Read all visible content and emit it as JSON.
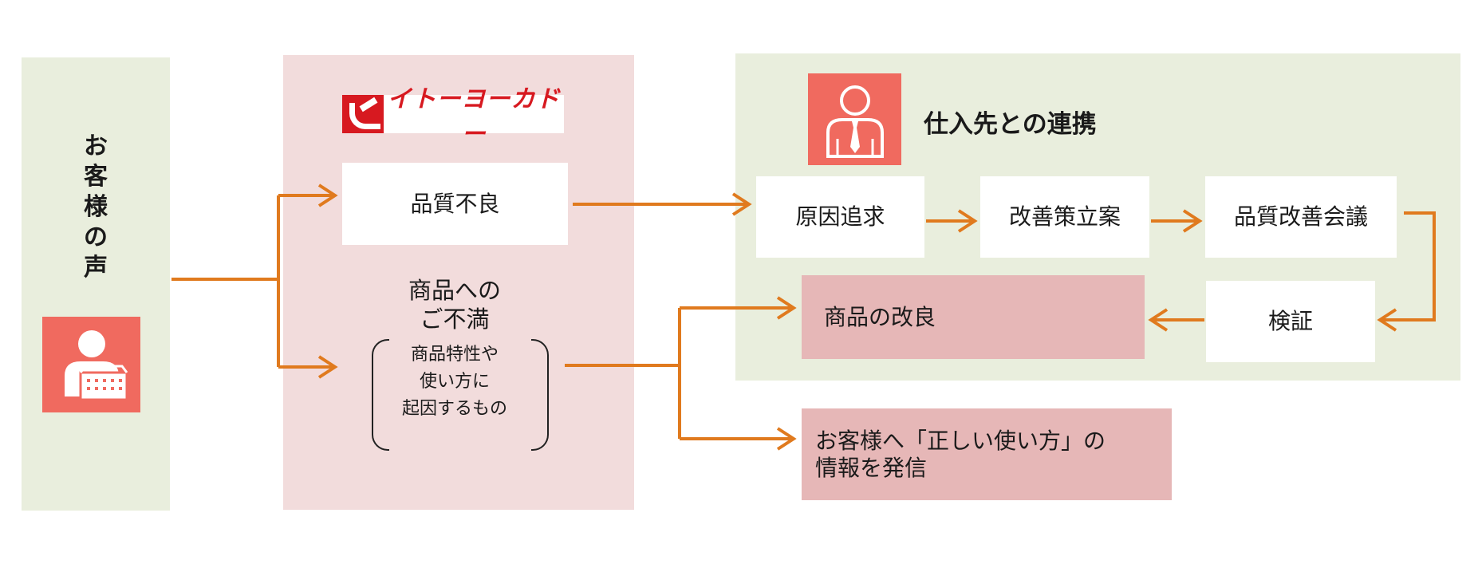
{
  "customer_panel": {
    "title_chars": [
      "お",
      "客",
      "様",
      "の",
      "声"
    ],
    "icon": "shopper-with-basket-icon"
  },
  "store_panel": {
    "logo_text": "イトーヨーカドー",
    "logo_icon": "itoyokado-dove-logo",
    "quality_defect": "品質不良",
    "dissatisfaction_title": "商品への\nご不満",
    "dissatisfaction_note": "商品特性や\n使い方に\n起因するもの"
  },
  "supplier_panel": {
    "icon": "businessman-icon",
    "title": "仕入先との連携",
    "steps": [
      "原因追求",
      "改善策立案",
      "品質改善会議",
      "検証"
    ],
    "result": "商品の改良"
  },
  "inform_box": "お客様へ「正しい使い方」の\n情報を発信",
  "colors": {
    "arrow": "#e07a1e",
    "customer_panel_bg": "#e9eedd",
    "store_panel_bg": "#f2dcdc",
    "supplier_panel_bg": "#e9eedd",
    "icon_bg": "#f06a5f",
    "result_box_bg": "#e6b7b7",
    "logo_red": "#d71920"
  }
}
